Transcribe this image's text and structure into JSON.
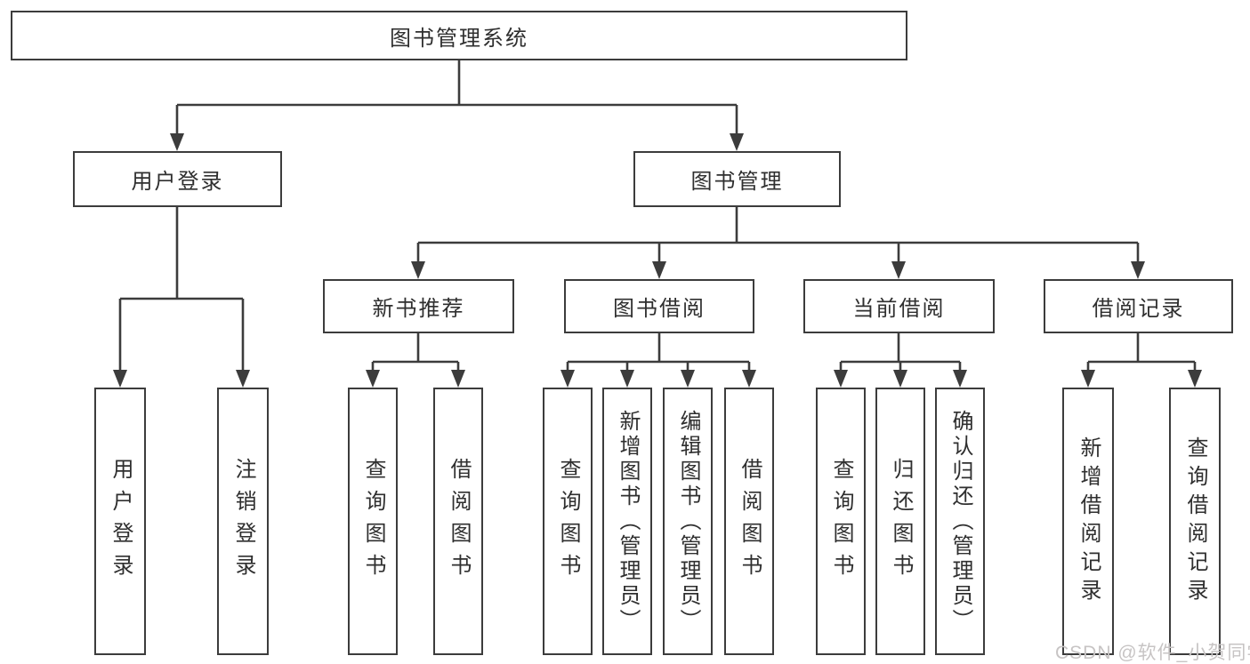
{
  "colors": {
    "line": "#3c3c3c",
    "text": "#2f2f2f",
    "background": "#ffffff",
    "watermark": "#c7c4c4"
  },
  "watermark": "CSDN @软件_小贺同学",
  "tree": {
    "label": "图书管理系统",
    "children": [
      {
        "label": "用户登录",
        "children": [
          {
            "label": "用户登录"
          },
          {
            "label": "注销登录"
          }
        ]
      },
      {
        "label": "图书管理",
        "children": [
          {
            "label": "新书推荐",
            "children": [
              {
                "label": "查询图书"
              },
              {
                "label": "借阅图书"
              }
            ]
          },
          {
            "label": "图书借阅",
            "children": [
              {
                "label": "查询图书"
              },
              {
                "label": "新增图书（管理员）"
              },
              {
                "label": "编辑图书（管理员）"
              },
              {
                "label": "借阅图书"
              }
            ]
          },
          {
            "label": "当前借阅",
            "children": [
              {
                "label": "查询图书"
              },
              {
                "label": "归还图书"
              },
              {
                "label": "确认归还（管理员）"
              }
            ]
          },
          {
            "label": "借阅记录",
            "children": [
              {
                "label": "新增借阅记录"
              },
              {
                "label": "查询借阅记录"
              }
            ]
          }
        ]
      }
    ]
  }
}
